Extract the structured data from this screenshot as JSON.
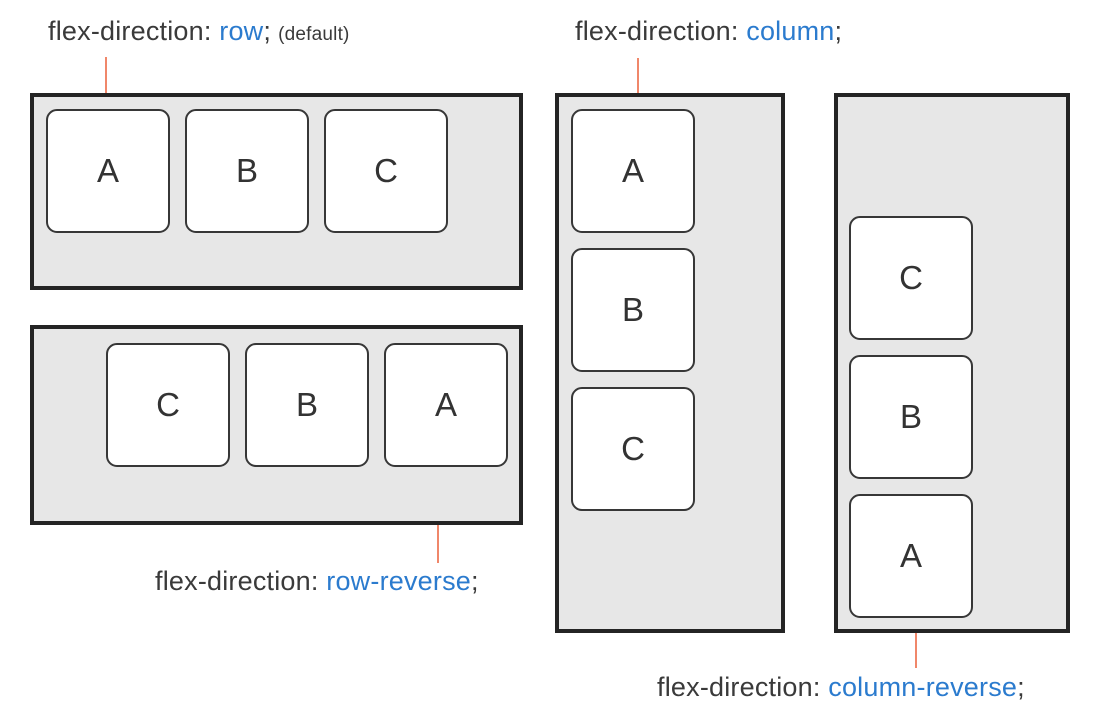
{
  "colors": {
    "accent_blue": "#2b7bce",
    "text_dark": "#3a3a3a",
    "container_bg": "#e7e7e7",
    "container_border": "#242424",
    "box_bg": "#ffffff",
    "box_border": "#373737",
    "callout_line": "#f0876a",
    "page_bg": "#ffffff"
  },
  "panels": [
    {
      "id": "row",
      "flex_direction": "row",
      "label_prefix": "flex-direction: ",
      "label_value": "row",
      "label_suffix": ";",
      "label_note": "(default)",
      "label_position": "above",
      "items": [
        "A",
        "B",
        "C"
      ]
    },
    {
      "id": "row-reverse",
      "flex_direction": "row-reverse",
      "label_prefix": "flex-direction: ",
      "label_value": "row-reverse",
      "label_suffix": ";",
      "label_position": "below",
      "items": [
        "A",
        "B",
        "C"
      ]
    },
    {
      "id": "column",
      "flex_direction": "column",
      "label_prefix": "flex-direction: ",
      "label_value": "column",
      "label_suffix": ";",
      "label_position": "above",
      "items": [
        "A",
        "B",
        "C"
      ]
    },
    {
      "id": "column-reverse",
      "flex_direction": "column-reverse",
      "label_prefix": "flex-direction: ",
      "label_value": "column-reverse",
      "label_suffix": ";",
      "label_position": "below",
      "items": [
        "A",
        "B",
        "C"
      ]
    }
  ]
}
